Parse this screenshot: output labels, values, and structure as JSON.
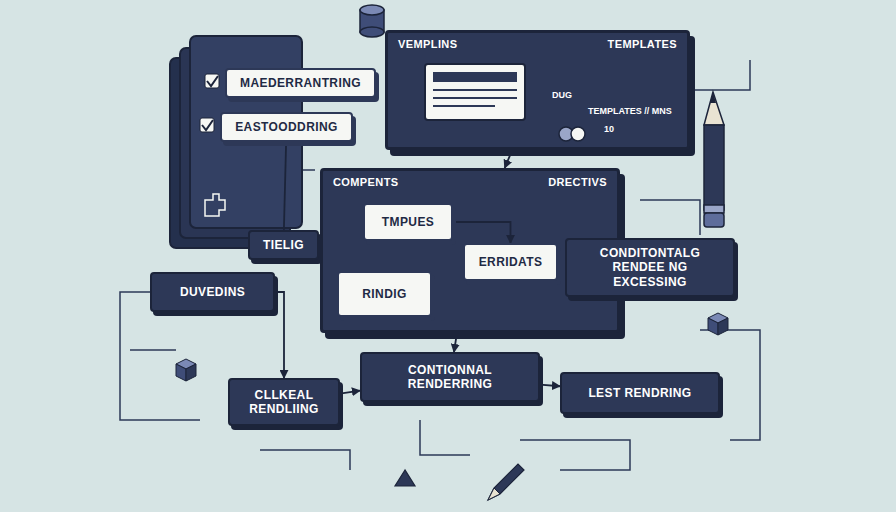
{
  "diagram": {
    "nodes": [
      {
        "text": [
          "MAEDERRANTRING"
        ]
      },
      {
        "text": [
          "EASTOODDRING"
        ]
      },
      {
        "text": [
          "VEMPLINS",
          "TEMPLATES"
        ]
      },
      {
        "text": [
          "COMPENTS",
          "DRECTIVS"
        ]
      },
      {
        "text": [
          "TMPUES"
        ],
        "in": 3
      },
      {
        "text": [
          "ERRIDATS"
        ],
        "in": 3
      },
      {
        "text": [
          "RINDIG"
        ],
        "in": 3
      },
      {
        "text": [
          "TIELIG"
        ]
      },
      {
        "text": [
          "DUVEDINS"
        ]
      },
      {
        "text": [
          "CONDITONTALG RENDEE NG EXCESSING"
        ]
      },
      {
        "text": [
          "CONTIONNAL RENDERRING"
        ]
      },
      {
        "text": [
          "CLLKEAL RENDLIING"
        ]
      },
      {
        "text": [
          "LEST RENDRING"
        ]
      }
    ],
    "edges": [
      {
        "from": 1,
        "to": 7,
        "arrow": "none"
      },
      {
        "from": 2,
        "to": 3,
        "arrow": "to"
      },
      {
        "from": 4,
        "to": 5,
        "arrow": "to"
      },
      {
        "from": 7,
        "to": 3,
        "arrow": "to"
      },
      {
        "from": 3,
        "to": 9,
        "arrow": "to"
      },
      {
        "from": 3,
        "to": 10,
        "arrow": "to"
      },
      {
        "from": 8,
        "to": 11,
        "arrow": "to"
      },
      {
        "from": 11,
        "to": 10,
        "arrow": "to"
      },
      {
        "from": 10,
        "to": 12,
        "arrow": "to"
      }
    ],
    "labels": [
      "DUG",
      "TEMPLATES // MNS",
      "10"
    ]
  }
}
